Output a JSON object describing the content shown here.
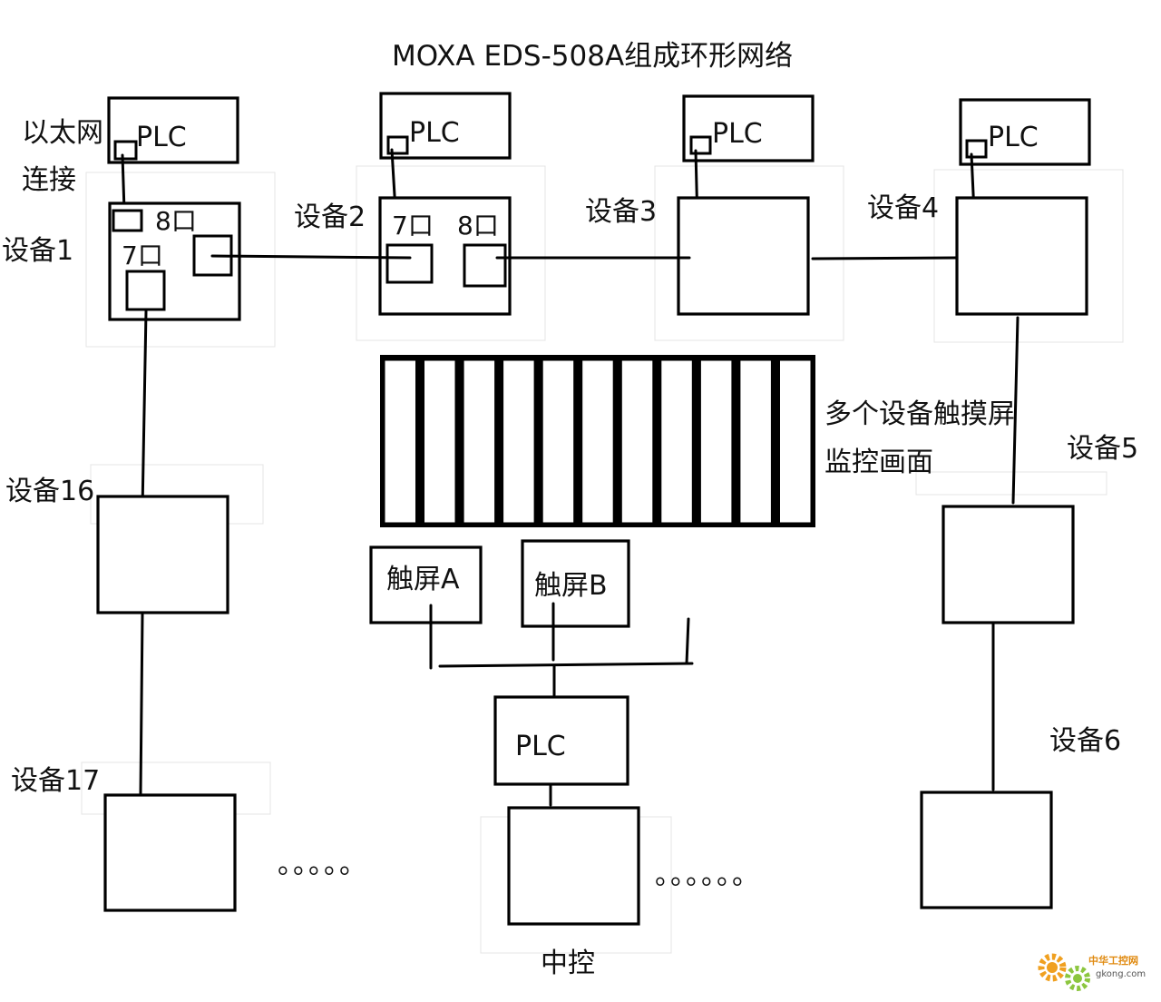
{
  "title": "MOXA EDS-508A组成环形网络",
  "ethernet_label_line1": "以太网",
  "ethernet_label_line2": "连接",
  "plc_label": "PLC",
  "port7_label": "7口",
  "port8_label": "8口",
  "devices": {
    "d1": "设备1",
    "d2": "设备2",
    "d3": "设备3",
    "d4": "设备4",
    "d5": "设备5",
    "d6": "设备6",
    "d16": "设备16",
    "d17": "设备17"
  },
  "screen_label_line1": "多个设备触摸屏",
  "screen_label_line2": "监控画面",
  "screen_slot_count": 11,
  "touch_a": "触屏A",
  "touch_b": "触屏B",
  "center_plc": "PLC",
  "center_label": "中控",
  "ellipsis_left": "。。。。。",
  "ellipsis_right": "。。。。。。",
  "watermark": {
    "brand": "中华工控网",
    "url": "gkong.com",
    "gear_color": "#f0a020",
    "text_color": "#e08a10"
  }
}
